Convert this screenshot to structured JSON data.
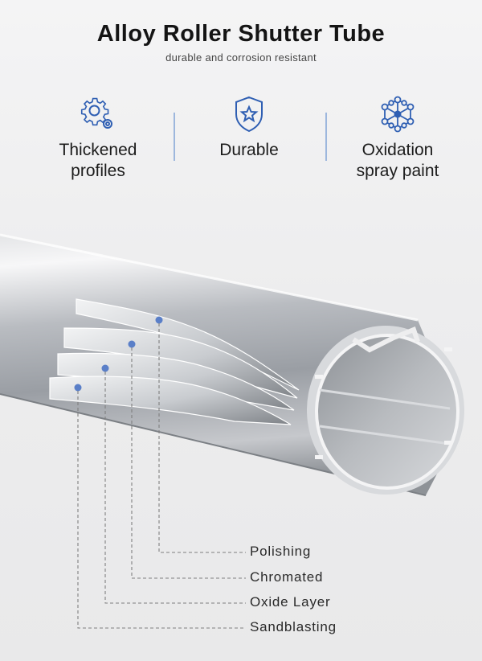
{
  "header": {
    "title": "Alloy Roller Shutter Tube",
    "subtitle": "durable and corrosion resistant"
  },
  "features": [
    {
      "icon": "gear-icon",
      "label": "Thickened\nprofiles"
    },
    {
      "icon": "shield-star-icon",
      "label": "Durable"
    },
    {
      "icon": "molecule-network-icon",
      "label": "Oxidation\nspray paint"
    }
  ],
  "colors": {
    "accent": "#2f5fb3",
    "divider": "#9db7dd",
    "marker": "#5a7fc8"
  },
  "layers": [
    {
      "label": "Polishing"
    },
    {
      "label": "Chromated"
    },
    {
      "label": "Oxide Layer"
    },
    {
      "label": "Sandblasting"
    }
  ]
}
